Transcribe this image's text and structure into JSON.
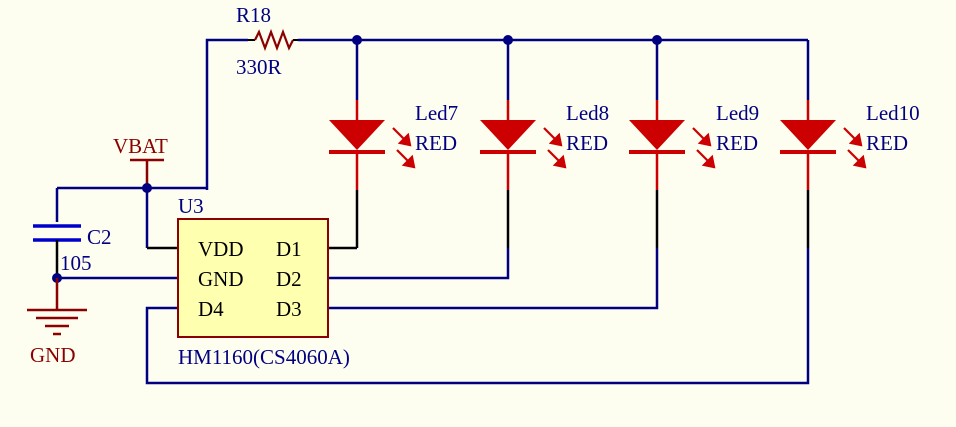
{
  "colors": {
    "wire": "#000080",
    "pin": "#000000",
    "led": "#cc0000",
    "power_label": "#8b0000",
    "ic_fill": "#ffffb0",
    "ic_border": "#8b0000"
  },
  "resistor": {
    "designator": "R18",
    "value": "330R"
  },
  "capacitor": {
    "designator": "C2",
    "value": "105"
  },
  "power": {
    "vbat": "VBAT",
    "gnd": "GND"
  },
  "ic": {
    "designator": "U3",
    "part": "HM1160(CS4060A)",
    "pins": {
      "vdd": "VDD",
      "gnd": "GND",
      "d4": "D4",
      "d1": "D1",
      "d2": "D2",
      "d3": "D3"
    }
  },
  "leds": [
    {
      "designator": "Led7",
      "color": "RED"
    },
    {
      "designator": "Led8",
      "color": "RED"
    },
    {
      "designator": "Led9",
      "color": "RED"
    },
    {
      "designator": "Led10",
      "color": "RED"
    }
  ]
}
